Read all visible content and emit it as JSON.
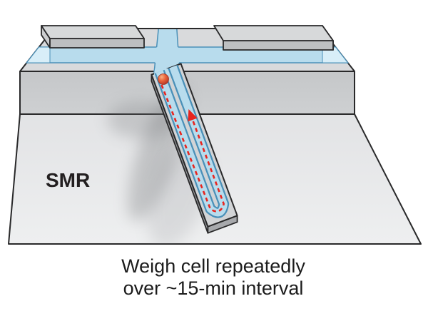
{
  "figure": {
    "device_label": "SMR",
    "caption": {
      "line1": "Weigh cell repeatedly",
      "line2": "over ~15-min interval"
    },
    "colors": {
      "outline": "#29292a",
      "chip_top": "#d9dadc",
      "chip_band": "#c9cbcd",
      "chip_base": "#eaebec",
      "channel_fill": "#b8dced",
      "channel_fill_light": "#d8eef8",
      "channel_edge": "#4a90b8",
      "flow_path_red": "#e8251f",
      "cell_orange": "#e4572e"
    }
  }
}
